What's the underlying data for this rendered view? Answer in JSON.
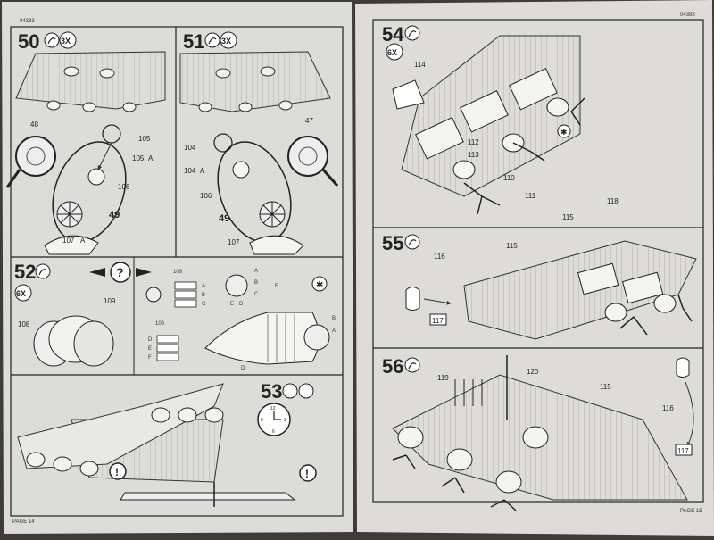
{
  "left_page": {
    "code": "04383",
    "footer": "PAGE 14",
    "steps": [
      {
        "num": "50",
        "qty": "3X"
      },
      {
        "num": "51",
        "qty": "3X"
      },
      {
        "num": "52",
        "qty": "6X"
      },
      {
        "num": "53",
        "qty": ""
      }
    ],
    "callouts": {
      "s50": [
        "48",
        "105",
        "105",
        "A",
        "106",
        "49",
        "107",
        "A"
      ],
      "s51": [
        "47",
        "104",
        "104",
        "A",
        "106",
        "49",
        "107"
      ],
      "s52": [
        "108",
        "109",
        "109",
        "108",
        "A",
        "B",
        "C",
        "D",
        "E",
        "F",
        "A",
        "B",
        "C",
        "D",
        "E",
        "F",
        "A",
        "B",
        "D"
      ]
    },
    "clock_numbers": [
      "12",
      "3",
      "6",
      "9"
    ]
  },
  "right_page": {
    "code": "04383",
    "footer": "PAGE 15",
    "steps": [
      {
        "num": "54",
        "qty": "6X"
      },
      {
        "num": "55",
        "qty": ""
      },
      {
        "num": "56",
        "qty": ""
      }
    ],
    "callouts": {
      "s54": [
        "114",
        "112",
        "113",
        "110",
        "111"
      ],
      "s55": [
        "118",
        "115",
        "115",
        "116",
        "117"
      ],
      "s56": [
        "120",
        "119",
        "115",
        "116",
        "117"
      ]
    }
  }
}
